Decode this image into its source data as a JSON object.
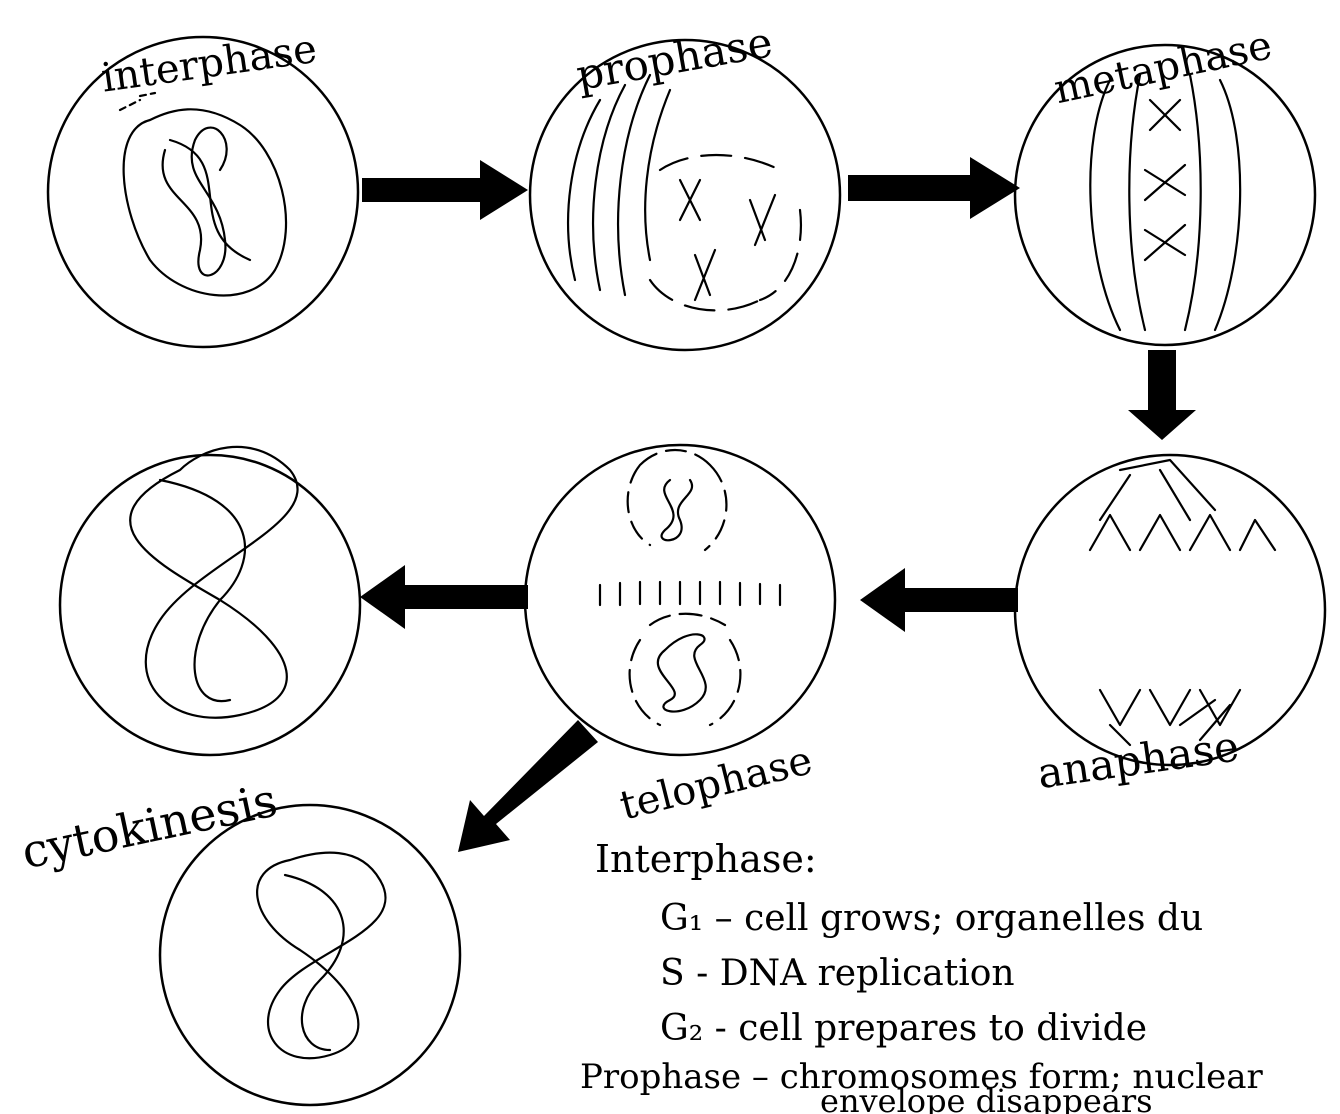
{
  "diagram": {
    "stages": {
      "interphase": "interphase",
      "prophase": "prophase",
      "metaphase": "metaphase",
      "anaphase": "anaphase",
      "telophase": "telophase",
      "cytokinesis": "cytokinesis"
    },
    "notes": {
      "heading": "Interphase:",
      "g1": "G₁ – cell grows; organelles du",
      "s": "S - DNA replication",
      "g2": "G₂ - cell prepares to divide",
      "prophase_line1": "Prophase – chromosomes form; nuclear",
      "prophase_line2": "envelope disappears"
    }
  }
}
